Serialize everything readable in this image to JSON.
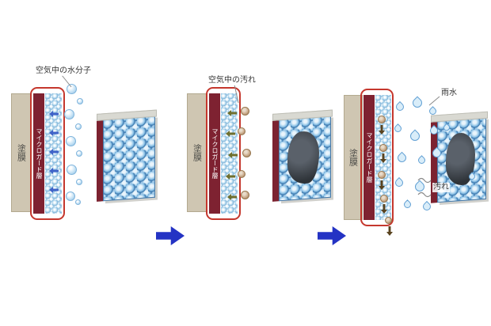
{
  "diagram": {
    "panels": [
      {
        "caption": "空気中の水分子",
        "paint": "塗膜",
        "layer": "マイクロガード層"
      },
      {
        "caption": "空気中の汚れ",
        "paint": "塗膜",
        "layer": "マイクロガード層"
      },
      {
        "caption": "雨水",
        "dirt": "汚れ",
        "paint": "塗膜",
        "layer": "マイクロガード層"
      }
    ],
    "colors": {
      "paint_bar": "#cfc6b2",
      "microguard_bar": "#7e2231",
      "layer_outline": "#c5372d",
      "water_arrow": "#3f63c8",
      "dirt_arrow": "#6f6f2d",
      "wash_arrow": "#59431f",
      "flow_arrow": "#2433c4",
      "sphere_blue": "#8fc4e8",
      "stain": "#2e3338"
    }
  }
}
